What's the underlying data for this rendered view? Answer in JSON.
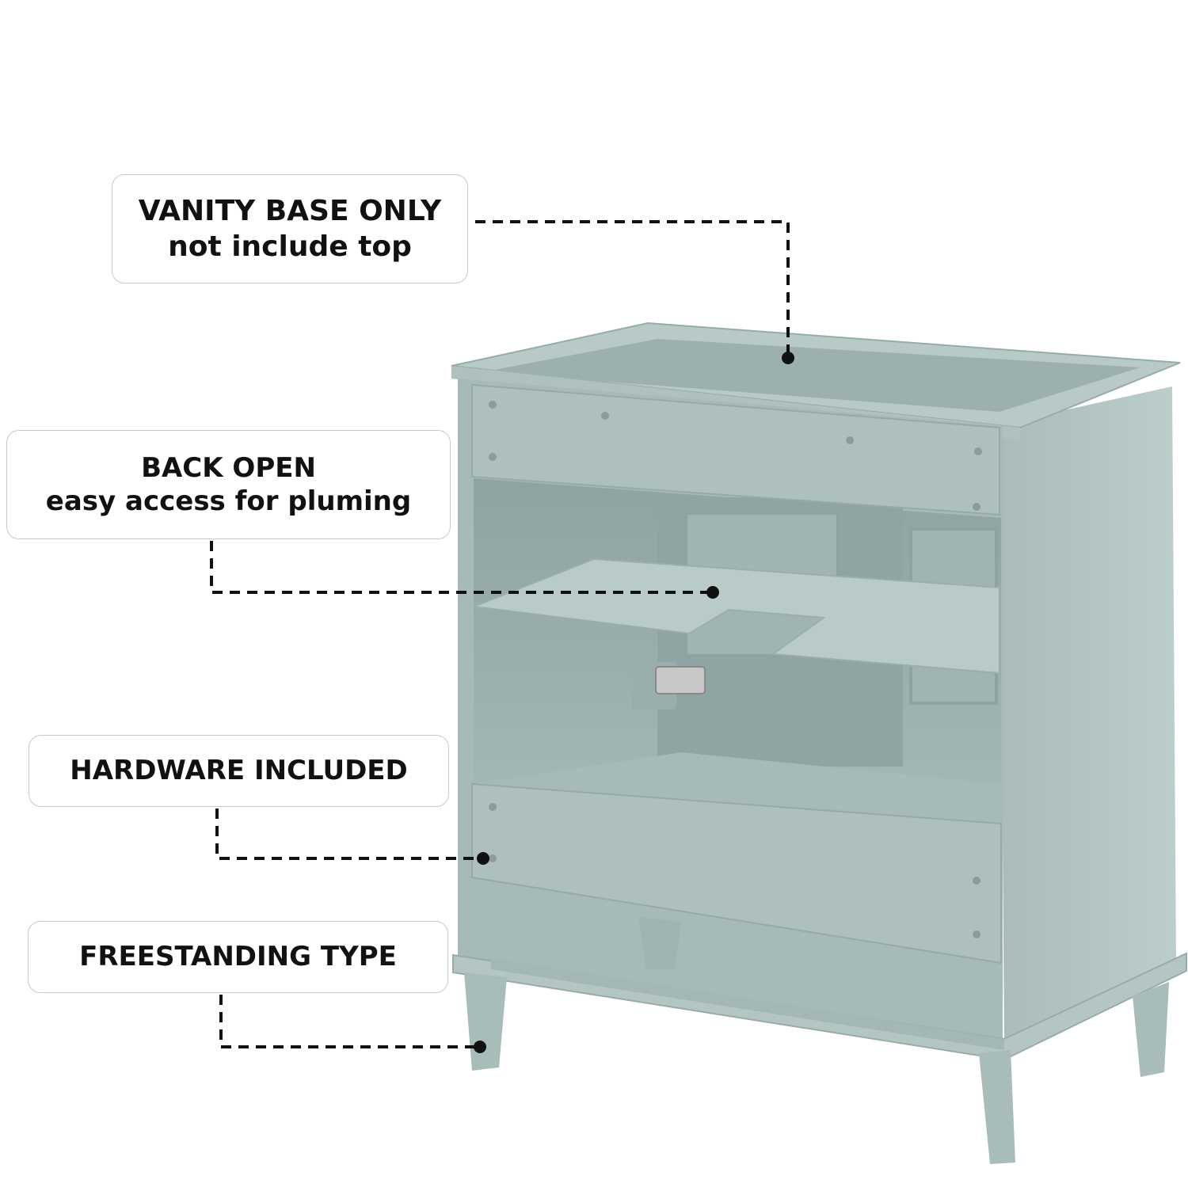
{
  "callouts": {
    "top": {
      "line1": "VANITY BASE ONLY",
      "line2": "not include top"
    },
    "back": {
      "line1": "BACK OPEN",
      "line2": "easy access for pluming"
    },
    "hardware": {
      "line1": "HARDWARE INCLUDED"
    },
    "freestanding": {
      "line1": "FREESTANDING TYPE"
    }
  },
  "colors": {
    "cabinet": "#9eb3b1",
    "cabinet_light": "#b6c8c6",
    "cabinet_dark": "#7f9593",
    "leader": "#111111"
  },
  "image": {
    "subject": "vanity-cabinet-rear-view"
  }
}
